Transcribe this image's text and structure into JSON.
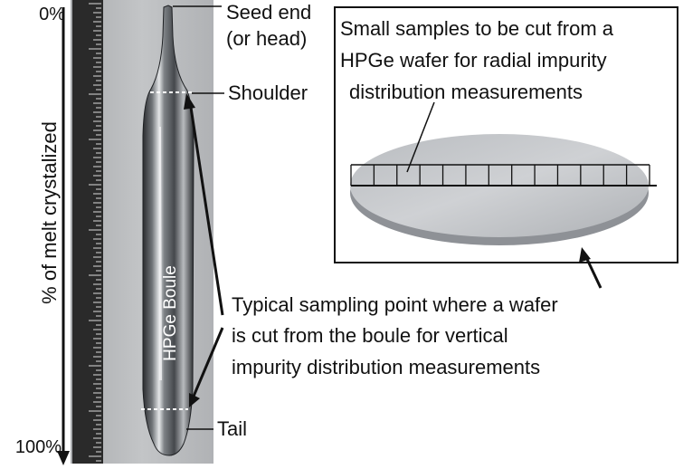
{
  "axis": {
    "label": "% of melt crystalized",
    "top_tick": "0%",
    "bottom_tick": "100%"
  },
  "boule_label": "HPGe Boule",
  "annotations": {
    "seed_end_line1": "Seed end",
    "seed_end_line2": "(or head)",
    "shoulder": "Shoulder",
    "tail": "Tail",
    "inset_line1": "Small samples to be cut from a",
    "inset_line2": "HPGe wafer for radial impurity",
    "inset_line3": "distribution measurements",
    "sampling_line1": "Typical sampling point where a wafer",
    "sampling_line2": "is cut from the boule for vertical",
    "sampling_line3": "impurity distribution measurements"
  },
  "colors": {
    "photo_background": "#b7b9bb",
    "ruler": "#2a2a2a",
    "boule_metal": "#8c8f93",
    "wafer": "#c5c7ca",
    "text": "#111111"
  }
}
